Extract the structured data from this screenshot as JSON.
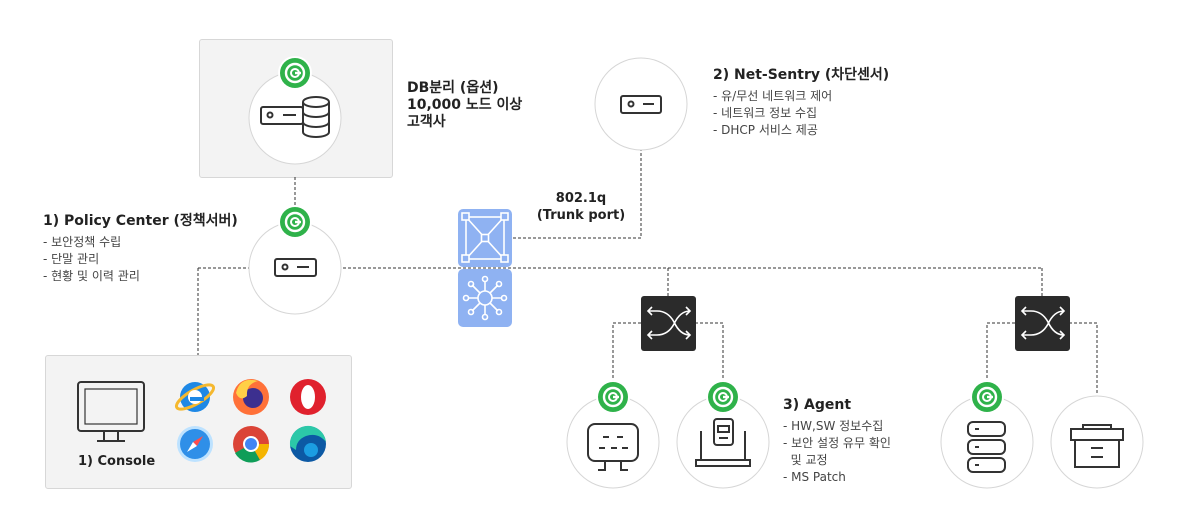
{
  "db_note": {
    "line1": "DB분리 (옵션)",
    "line2": "10,000 노드 이상",
    "line3": "고객사"
  },
  "net_sentry": {
    "title": "2) Net-Sentry (차단센서)",
    "bullets": [
      "- 유/무선 네트워크 제어",
      "- 네트워크 정보 수집",
      "- DHCP 서비스 제공"
    ]
  },
  "policy_center": {
    "title": "1) Policy Center (정책서버)",
    "bullets": [
      "- 보안정책 수립",
      "- 단말 관리",
      "- 현황 및 이력 관리"
    ]
  },
  "trunk": {
    "line1": "802.1q",
    "line2": "(Trunk port)"
  },
  "agent": {
    "title": "3) Agent",
    "bullets": [
      "- HW,SW 정보수집",
      "- 보안 설정 유무 확인",
      "  및 교정",
      "- MS Patch"
    ]
  },
  "console": {
    "label": "1) Console",
    "browsers": [
      "internet-explorer-icon",
      "firefox-icon",
      "opera-icon",
      "safari-icon",
      "chrome-icon",
      "edge-icon"
    ]
  },
  "colors": {
    "badge_green": "#2fb24a",
    "switch_blue": "#8fb2f2",
    "switch_dark": "#2b2b2b",
    "circle_border": "#d6d6d6",
    "line": "#333333"
  }
}
